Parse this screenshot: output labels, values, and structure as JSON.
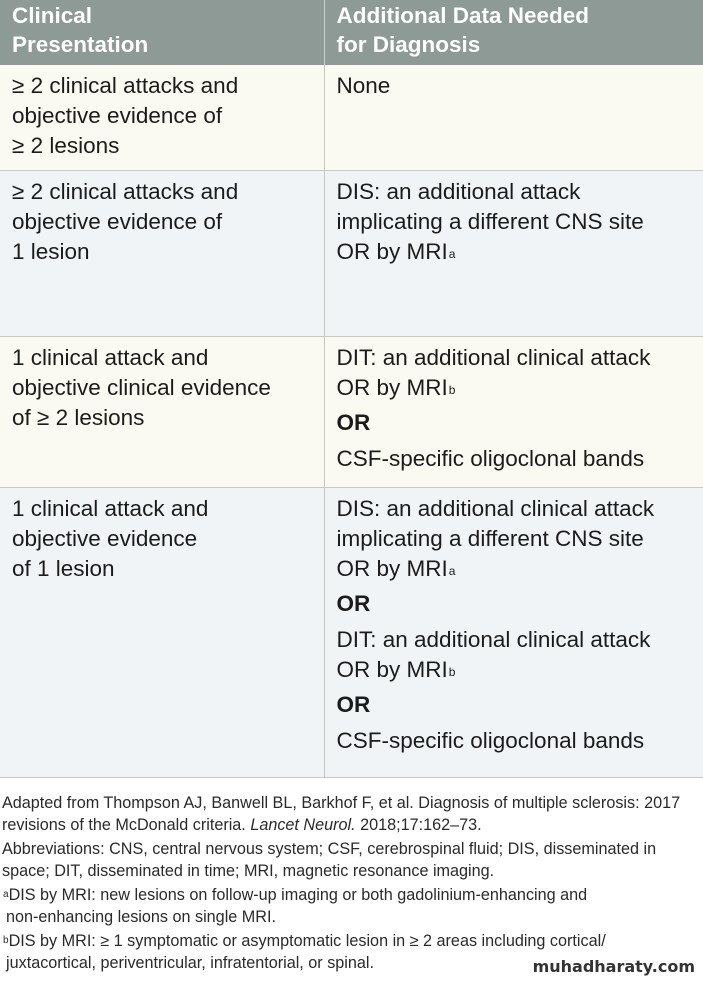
{
  "table": {
    "headers": [
      "Clinical\nPresentation",
      "Additional Data Needed\nfor Diagnosis"
    ],
    "rows": [
      {
        "presentation": [
          "≥ 2 clinical attacks and",
          "objective evidence of",
          "≥ 2 lesions"
        ],
        "data": {
          "line1": "None"
        }
      },
      {
        "presentation": [
          "≥ 2 clinical attacks and",
          "objective evidence of",
          "1 lesion"
        ],
        "data": {
          "line1": "DIS: an additional attack",
          "line2": "implicating a different CNS site",
          "line3": "OR by MRI",
          "sup": "a"
        }
      },
      {
        "presentation": [
          "1 clinical attack and",
          "objective clinical evidence",
          "of ≥ 2 lesions"
        ],
        "data": {
          "line1": "DIT: an additional clinical attack",
          "line2": "OR by MRI",
          "sup": "b",
          "or": "OR",
          "line3": "CSF-specific oligoclonal bands"
        }
      },
      {
        "presentation": [
          "1 clinical attack and",
          "objective evidence",
          "of 1 lesion"
        ],
        "data": {
          "line1": "DIS: an additional clinical attack",
          "line2": "implicating a different CNS site",
          "line3": "OR by MRI",
          "sup1": "a",
          "or1": "OR",
          "line4": "DIT: an additional clinical attack",
          "line5": "OR by MRI",
          "sup2": "b",
          "or2": "OR",
          "line6": "CSF-specific oligoclonal bands"
        }
      }
    ]
  },
  "notes": {
    "source_prefix": "Adapted from Thompson AJ, Banwell BL, Barkhof F, et al. Diagnosis of multiple sclerosis: 2017 revisions of the McDonald criteria. ",
    "source_journal": "Lancet Neurol.",
    "source_suffix": " 2018;17:162–73.",
    "abbreviations": "Abbreviations:  CNS, central nervous system; CSF, cerebrospinal fluid; DIS, disseminated in space; DIT, disseminated in time; MRI, magnetic resonance imaging.",
    "footnote_a_mark": "a",
    "footnote_a_line1": "DIS by MRI: new lesions on follow-up imaging or both gadolinium-enhancing and",
    "footnote_a_line2": "non-enhancing lesions on single MRI.",
    "footnote_b_mark": "b",
    "footnote_b_line1": "DIS by MRI: ≥ 1 symptomatic or asymptomatic lesion in ≥ 2 areas including cortical/",
    "footnote_b_line2": "juxtacortical, periventricular, infratentorial, or spinal."
  },
  "watermark": "muhadharaty.com"
}
